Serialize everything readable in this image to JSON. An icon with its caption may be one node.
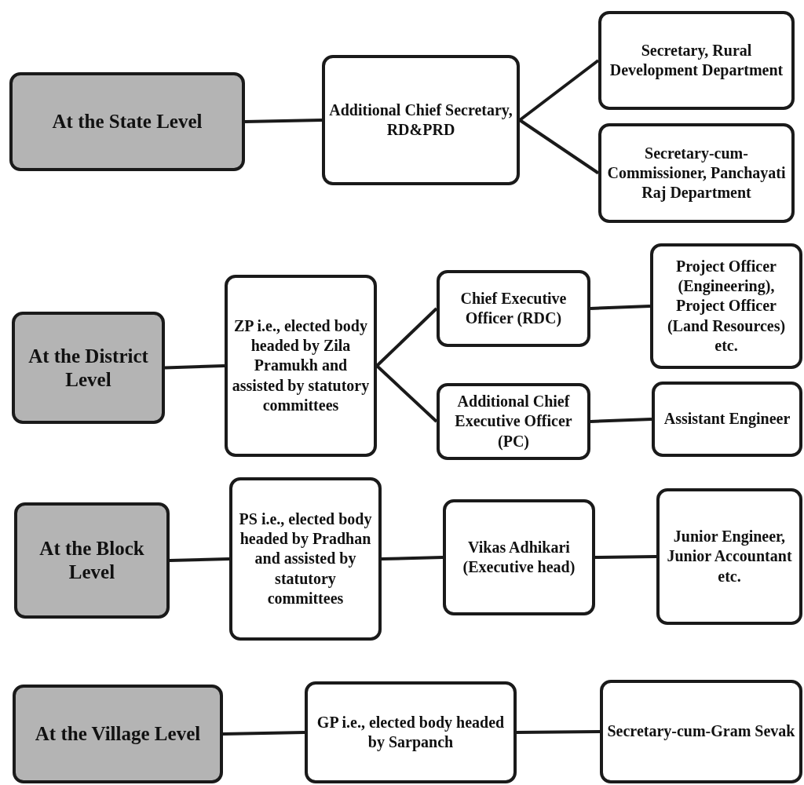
{
  "diagram": {
    "nodes": [
      {
        "text": [
          "At the State Level"
        ]
      },
      {
        "text": [
          "Additional Chief Secretary, RD&PRD"
        ]
      },
      {
        "text": [
          "Secretary, Rural Development Department"
        ]
      },
      {
        "text": [
          "Secretary-cum-Commissioner, Panchayati Raj Department"
        ]
      },
      {
        "text": [
          "At the District Level"
        ]
      },
      {
        "text": [
          "ZP i.e., elected body headed by Zila Pramukh and assisted by statutory committees"
        ]
      },
      {
        "text": [
          "Chief Executive Officer (RDC)"
        ]
      },
      {
        "text": [
          "Project Officer (Engineering), Project Officer (Land Resources) etc."
        ]
      },
      {
        "text": [
          "Additional Chief Executive Officer (PC)"
        ]
      },
      {
        "text": [
          "Assistant Engineer"
        ]
      },
      {
        "text": [
          "At the Block Level"
        ]
      },
      {
        "text": [
          "PS i.e., elected body headed by Pradhan and assisted by statutory committees"
        ]
      },
      {
        "text": [
          "Vikas Adhikari (Executive head)"
        ]
      },
      {
        "text": [
          "Junior Engineer, Junior Accountant etc."
        ]
      },
      {
        "text": [
          "At the Village Level"
        ]
      },
      {
        "text": [
          "GP i.e., elected body headed by Sarpanch"
        ]
      },
      {
        "text": [
          "Secretary-cum-Gram Sevak"
        ]
      }
    ],
    "edges": [
      {
        "from": 0,
        "to": 1,
        "arrow": "none"
      },
      {
        "from": 1,
        "to": 2,
        "arrow": "none"
      },
      {
        "from": 1,
        "to": 3,
        "arrow": "none"
      },
      {
        "from": 4,
        "to": 5,
        "arrow": "none"
      },
      {
        "from": 5,
        "to": 6,
        "arrow": "none"
      },
      {
        "from": 5,
        "to": 8,
        "arrow": "none"
      },
      {
        "from": 6,
        "to": 7,
        "arrow": "none"
      },
      {
        "from": 8,
        "to": 9,
        "arrow": "none"
      },
      {
        "from": 10,
        "to": 11,
        "arrow": "none"
      },
      {
        "from": 11,
        "to": 12,
        "arrow": "none"
      },
      {
        "from": 12,
        "to": 13,
        "arrow": "none"
      },
      {
        "from": 14,
        "to": 15,
        "arrow": "none"
      },
      {
        "from": 15,
        "to": 16,
        "arrow": "none"
      }
    ]
  }
}
